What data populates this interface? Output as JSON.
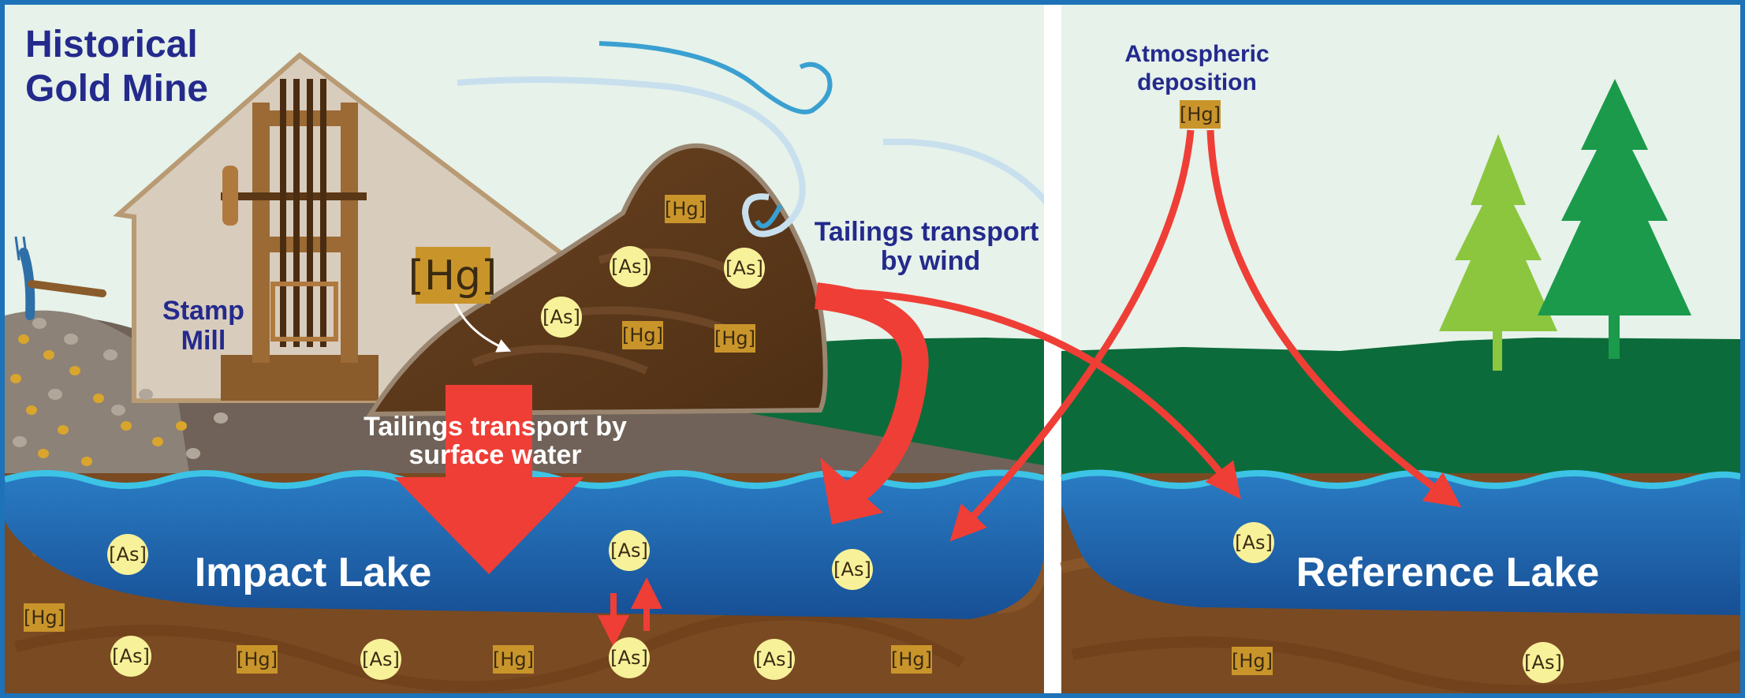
{
  "title": {
    "line1": "Historical",
    "line2": "Gold Mine"
  },
  "stamp_mill": {
    "line1": "Stamp",
    "line2": "Mill"
  },
  "atmospheric": {
    "line1": "Atmospheric",
    "line2": "deposition"
  },
  "wind": {
    "line1": "Tailings transport",
    "line2": "by wind"
  },
  "surface": {
    "line1": "Tailings transport by",
    "line2": "surface water"
  },
  "lakes": {
    "impact": "Impact Lake",
    "reference": "Reference Lake"
  },
  "chem": {
    "hg": "[Hg]",
    "as": "[As]"
  },
  "colors": {
    "frame": "#1d72b8",
    "sky": "#e6f2ea",
    "water": "#1f5ea8",
    "sediment": "#7a4a22",
    "forest": "#0c6b3a",
    "arrow": "#ef3e36",
    "hg_box": "#c9952b",
    "as_circle": "#f7f19a",
    "label_blue": "#242a8c"
  }
}
